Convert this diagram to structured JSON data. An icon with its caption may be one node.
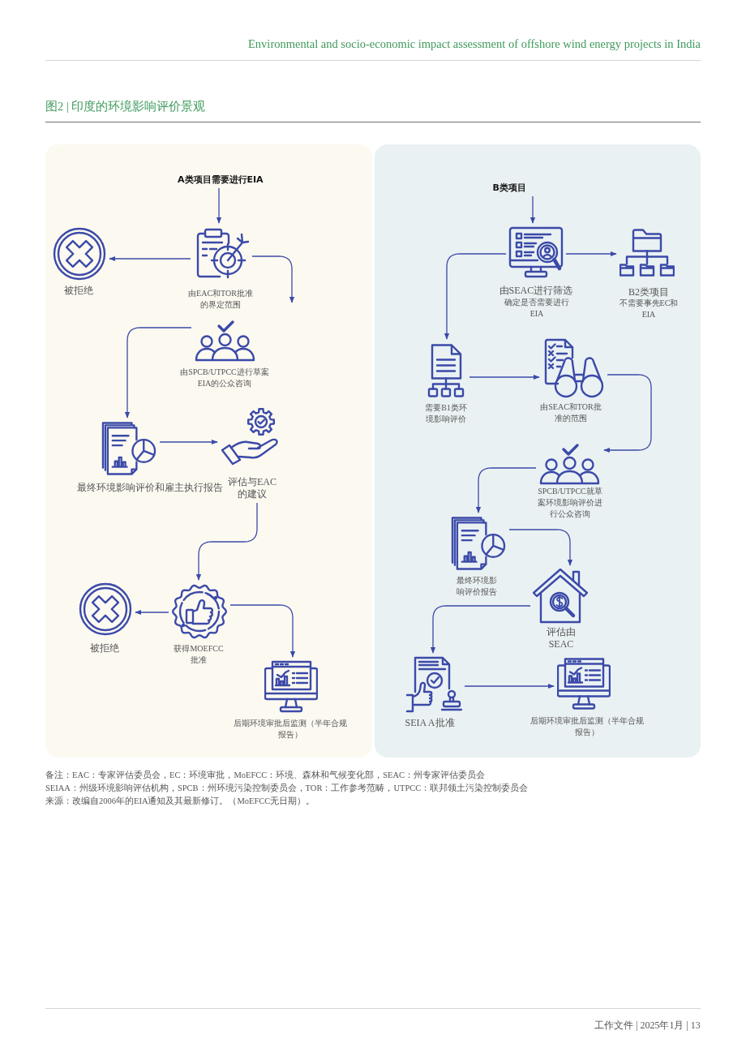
{
  "diagram": {
    "title": "图2 | 印度的环境影响评价景观",
    "nodes": [
      {
        "text": [],
        "shape": "box"
      },
      {
        "text": [
          "A类项目需要进行EIA"
        ],
        "in": 0
      },
      {
        "text": [],
        "shape": "picture",
        "in": 0,
        "beside": [
          "由EAC和TOR批准的界定范围"
        ]
      },
      {
        "text": [],
        "shape": "picture",
        "in": 0,
        "beside": [
          "被拒绝"
        ]
      },
      {
        "text": [],
        "shape": "picture",
        "in": 0,
        "beside": [
          "由SPCB/UTPCC进行草案EIA的公众咨询"
        ]
      },
      {
        "text": [],
        "shape": "picture",
        "in": 0,
        "beside": [
          "最终环境影响评价和雇主执行报告"
        ]
      },
      {
        "text": [],
        "shape": "picture",
        "in": 0,
        "beside": [
          "评估与EAC的建议"
        ]
      },
      {
        "text": [],
        "shape": "picture",
        "in": 0,
        "beside": [
          "获得MOEFCC批准"
        ]
      },
      {
        "text": [],
        "shape": "picture",
        "in": 0,
        "beside": [
          "被拒绝"
        ]
      },
      {
        "text": [],
        "shape": "picture",
        "in": 0,
        "beside": [
          "后期环境审批后监测（半年合规报告）"
        ]
      },
      {
        "text": [],
        "shape": "box"
      },
      {
        "text": [
          "B类项目"
        ],
        "in": 10
      },
      {
        "text": [],
        "shape": "picture",
        "in": 10,
        "beside": [
          "由SEAC进行筛选",
          "确定是否需要进行EIA"
        ]
      },
      {
        "text": [],
        "shape": "picture",
        "in": 10,
        "beside": [
          "B2类项目",
          "不需要事先EC和EIA"
        ]
      },
      {
        "text": [],
        "shape": "picture",
        "in": 10,
        "beside": [
          "需要B1类环境影响评价"
        ]
      },
      {
        "text": [],
        "shape": "picture",
        "in": 10,
        "beside": [
          "由SEAC和TOR批准的范围"
        ]
      },
      {
        "text": [],
        "shape": "picture",
        "in": 10,
        "beside": [
          "SPCB/UTPCC就草案环境影响评价进行公众咨询"
        ]
      },
      {
        "text": [],
        "shape": "picture",
        "in": 10,
        "beside": [
          "最终环境影响评价报告"
        ]
      },
      {
        "text": [],
        "shape": "picture",
        "in": 10,
        "beside": [
          "评估由SEAC"
        ]
      },
      {
        "text": [],
        "shape": "picture",
        "in": 10,
        "beside": [
          "SEIA A批准"
        ]
      },
      {
        "text": [],
        "shape": "picture",
        "in": 10,
        "beside": [
          "后期环境审批后监测（半年合规报告）"
        ]
      }
    ],
    "edges": [
      {
        "from": 1,
        "to": 2,
        "arrow": "to"
      },
      {
        "from": 2,
        "to": 3,
        "arrow": "to"
      },
      {
        "from": 2,
        "to": null,
        "arrow": "to"
      },
      {
        "from": 4,
        "to": 5,
        "arrow": "to"
      },
      {
        "from": 5,
        "to": 6,
        "arrow": "to"
      },
      {
        "from": 6,
        "to": 7,
        "arrow": "to"
      },
      {
        "from": 7,
        "to": 8,
        "arrow": "to"
      },
      {
        "from": 7,
        "to": 9,
        "arrow": "to"
      },
      {
        "from": 11,
        "to": 12,
        "arrow": "to"
      },
      {
        "from": 12,
        "to": 13,
        "arrow": "to"
      },
      {
        "from": 12,
        "to": 14,
        "arrow": "to"
      },
      {
        "from": 14,
        "to": 15,
        "arrow": "to"
      },
      {
        "from": 15,
        "to": 16,
        "arrow": "to"
      },
      {
        "from": 16,
        "to": 17,
        "arrow": "to"
      },
      {
        "from": 17,
        "to": 18,
        "arrow": "to"
      },
      {
        "from": 18,
        "to": 19,
        "arrow": "to"
      },
      {
        "from": 19,
        "to": 20,
        "arrow": "to"
      }
    ],
    "labels": [
      "Environmental and socio-economic impact assessment of offshore wind energy projects in India",
      "备注：EAC：专家评估委员会，EC：环境审批，MoEFCC：环境、森林和气候变化部，SEAC：州专家评估委员会",
      "SEIAA：州级环境影响评估机构，SPCB：州环境污染控制委员会，TOR：工作参考范畴，UTPCC：联邦领土污染控制委员会",
      "来源：改编自2006年的EIA通知及其最新修订。（MoEFCC无日期）。",
      "工作文件 | 2025年1月 | 13"
    ]
  }
}
